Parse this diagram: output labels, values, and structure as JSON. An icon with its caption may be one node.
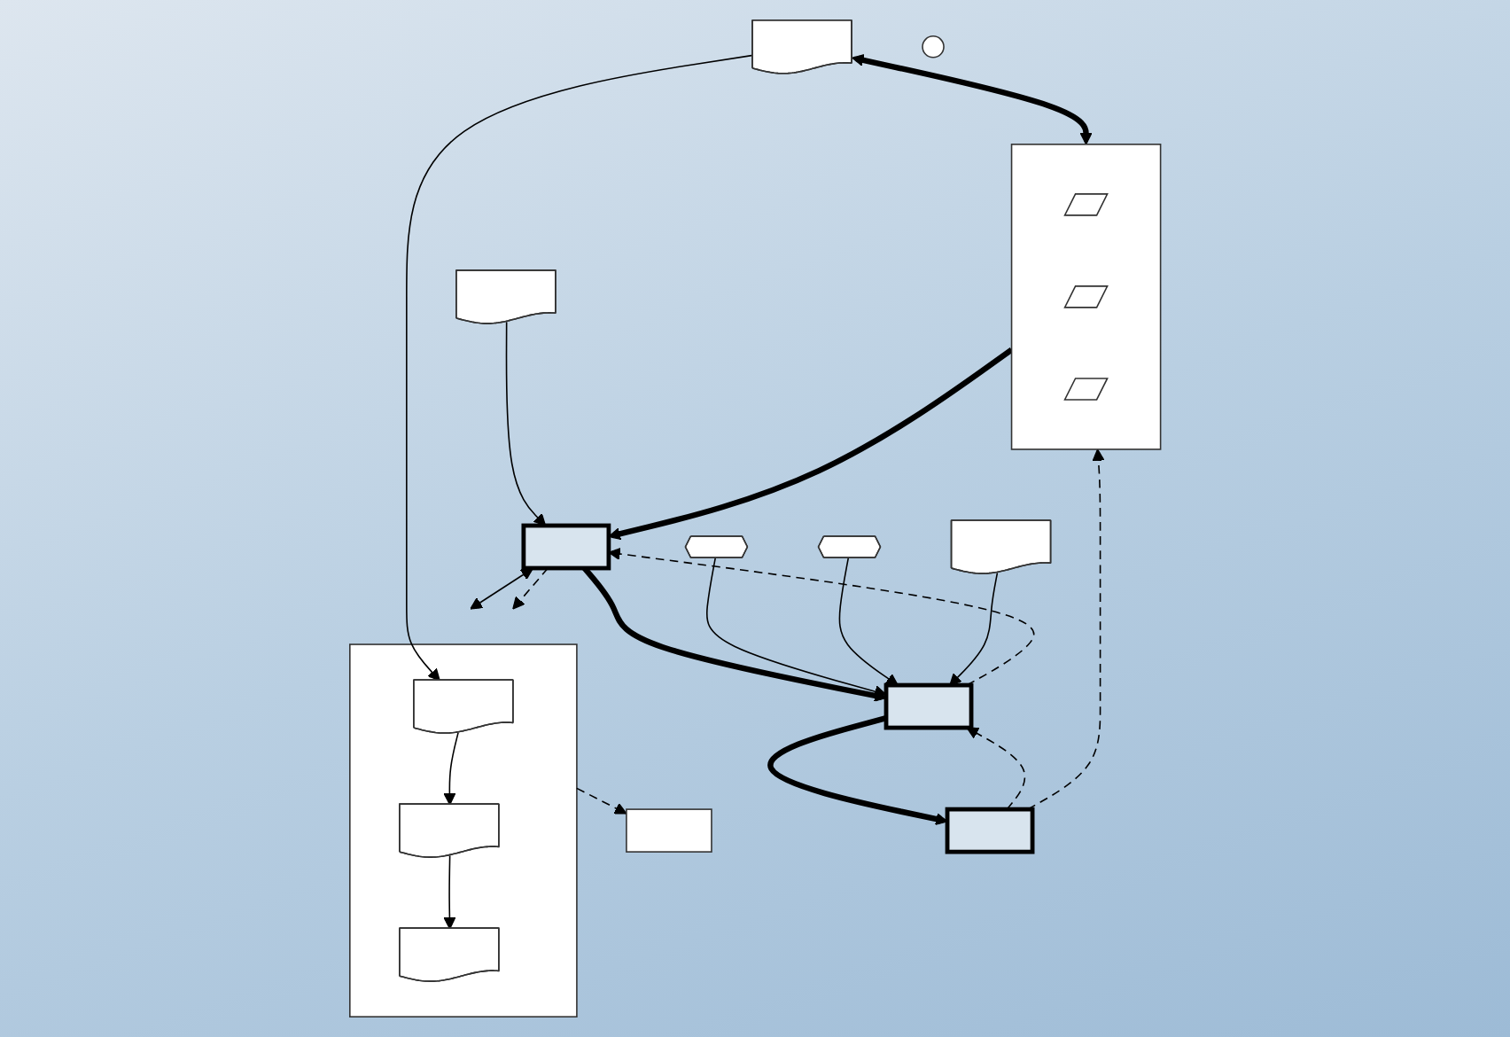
{
  "diagram": {
    "nodes": [
      {
        "text": [],
        "shape": "document"
      },
      {
        "text": [],
        "shape": "box"
      },
      {
        "text": [],
        "shape": "parallelogram",
        "in": 1
      },
      {
        "text": [],
        "shape": "parallelogram",
        "in": 1
      },
      {
        "text": [],
        "shape": "parallelogram",
        "in": 1
      },
      {
        "text": [],
        "shape": "box"
      },
      {
        "text": [],
        "shape": "document",
        "in": 5
      },
      {
        "text": [],
        "shape": "document",
        "in": 5
      },
      {
        "text": [],
        "shape": "document",
        "in": 5
      },
      {
        "text": [],
        "shape": "box"
      },
      {
        "text": [],
        "shape": "box"
      },
      {
        "text": [],
        "shape": "document"
      },
      {
        "text": [],
        "shape": "hexagon"
      },
      {
        "text": [],
        "shape": "hexagon"
      },
      {
        "text": [],
        "shape": "box"
      },
      {
        "text": [],
        "shape": "document"
      },
      {
        "text": [],
        "shape": "box"
      },
      {
        "text": [],
        "shape": "circle"
      }
    ],
    "edges": [
      {
        "from": 0,
        "to": 1,
        "arrow": "both",
        "style": "thick"
      },
      {
        "from": 0,
        "to": 6,
        "arrow": "to"
      },
      {
        "from": 6,
        "to": 7,
        "arrow": "to"
      },
      {
        "from": 7,
        "to": 8,
        "arrow": "to"
      },
      {
        "from": 1,
        "to": 10,
        "arrow": "to",
        "style": "thick"
      },
      {
        "from": 10,
        "to": 5,
        "arrow": "both"
      },
      {
        "from": 10,
        "to": 5,
        "arrow": "to",
        "style": "dashed"
      },
      {
        "from": 5,
        "to": 9,
        "arrow": "to",
        "style": "dashed"
      },
      {
        "from": 11,
        "to": 10,
        "arrow": "to"
      },
      {
        "from": 10,
        "to": 14,
        "arrow": "to",
        "style": "thick"
      },
      {
        "from": 12,
        "to": 14,
        "arrow": "to"
      },
      {
        "from": 13,
        "to": 14,
        "arrow": "to"
      },
      {
        "from": 15,
        "to": 14,
        "arrow": "to"
      },
      {
        "from": 14,
        "to": 16,
        "arrow": "to",
        "style": "thick"
      },
      {
        "from": 14,
        "to": 10,
        "arrow": "to",
        "style": "dashed"
      },
      {
        "from": 16,
        "to": 14,
        "arrow": "to",
        "style": "dashed"
      },
      {
        "from": 16,
        "to": 1,
        "arrow": "to",
        "style": "dashed"
      }
    ]
  }
}
